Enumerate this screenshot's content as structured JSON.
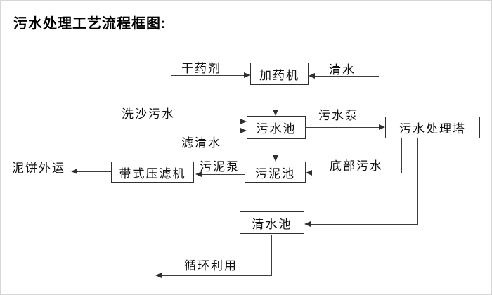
{
  "title": "污水处理工艺流程框图:",
  "nodes": {
    "dosing_machine": "加药机",
    "sewage_pool": "污水池",
    "treatment_tower": "污水处理塔",
    "sludge_pool": "污泥池",
    "belt_filter_press": "带式压滤机",
    "clean_water_pool": "清水池"
  },
  "flow_labels": {
    "dry_chemical": "干药剂",
    "clean_water": "清水",
    "sand_washing_sewage": "洗沙污水",
    "filtered_water": "滤清水",
    "sewage_pump": "污水泵",
    "bottom_sewage": "底部污水",
    "sludge_pump": "污泥泵",
    "mud_cake_outbound": "泥饼外运",
    "recycle_use": "循环利用"
  },
  "colors": {
    "line": "#3d3d3d",
    "box_border": "#2f2f2f",
    "text": "#111111",
    "background": "#ffffff"
  }
}
